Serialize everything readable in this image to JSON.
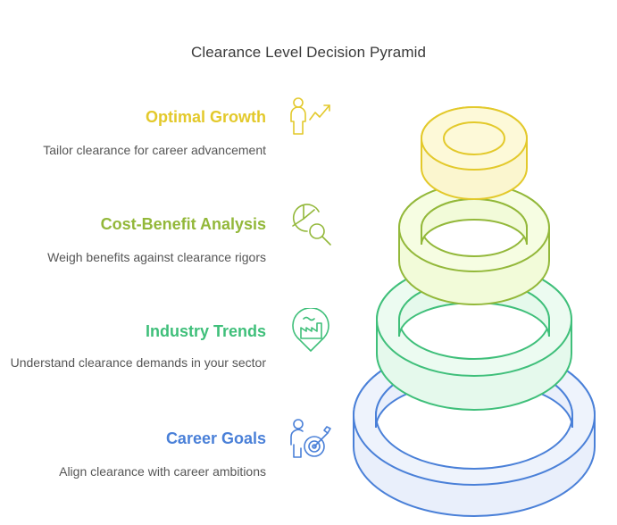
{
  "title": "Clearance Level Decision Pyramid",
  "levels": [
    {
      "heading": "Optimal Growth",
      "description": "Tailor clearance for career advancement",
      "color": "#e3c92b",
      "icon": "person-growth-arrow-icon"
    },
    {
      "heading": "Cost-Benefit Analysis",
      "description": "Weigh benefits against clearance rigors",
      "color": "#93b83a",
      "icon": "pie-chart-magnifier-icon"
    },
    {
      "heading": "Industry Trends",
      "description": "Understand clearance demands in your sector",
      "color": "#3fbf7a",
      "icon": "factory-location-pin-icon"
    },
    {
      "heading": "Career Goals",
      "description": "Align clearance with career ambitions",
      "color": "#4a80d8",
      "icon": "person-target-icon"
    }
  ]
}
